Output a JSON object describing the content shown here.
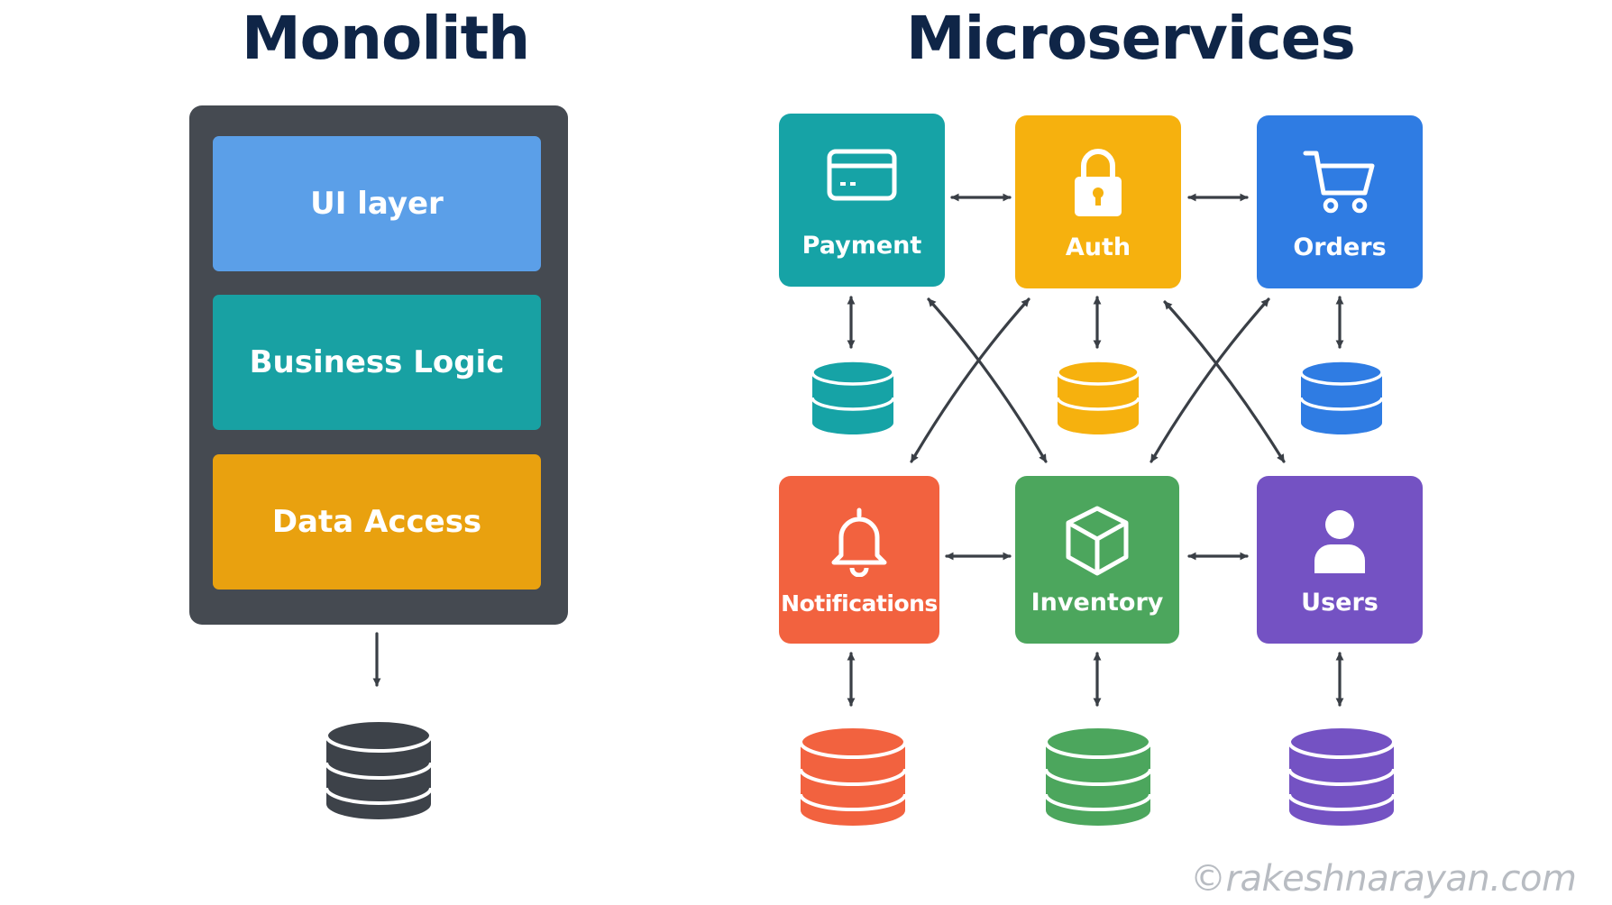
{
  "monolith": {
    "title": "Monolith",
    "layers": [
      "UI layer",
      "Business Logic",
      "Data Access"
    ]
  },
  "microservices": {
    "title": "Microservices",
    "services": [
      {
        "label": "Payment",
        "icon": "credit-card-icon",
        "color": "#16a3a6"
      },
      {
        "label": "Auth",
        "icon": "lock-icon",
        "color": "#f6b10e"
      },
      {
        "label": "Orders",
        "icon": "shopping-cart-icon",
        "color": "#2f7ce3"
      },
      {
        "label": "Notifications",
        "icon": "bell-icon",
        "color": "#f2623f"
      },
      {
        "label": "Inventory",
        "icon": "package-box-icon",
        "color": "#4ca65d"
      },
      {
        "label": "Users",
        "icon": "user-icon",
        "color": "#7452c3"
      }
    ]
  },
  "colors": {
    "title": "#0f2547",
    "frame": "#454a51",
    "ui_layer": "#5b9fe8",
    "business_logic": "#18a1a3",
    "data_access": "#e9a10f",
    "arrow": "#3a3f46",
    "database": "#3d4249"
  },
  "watermark": "©rakeshnarayan.com"
}
